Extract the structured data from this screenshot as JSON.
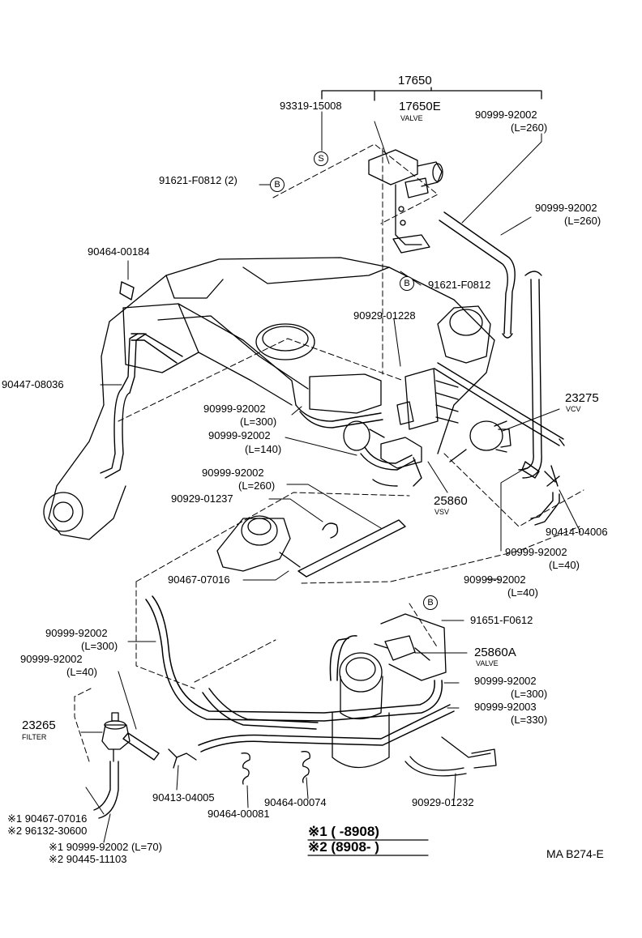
{
  "diagram": {
    "assembly": {
      "part": "17650",
      "valve_part": "17650E",
      "valve_desc": "VALVE"
    },
    "labels": {
      "p93319": "93319-15008",
      "p90999a": "90999-92002",
      "p90999a_len": "(L=260)",
      "p91621a": "91621-F0812 (2)",
      "p90999b": "90999-92002",
      "p90999b_len": "(L=260)",
      "p90464a": "90464-00184",
      "p91621b": "91621-F0812",
      "p90929a": "90929-01228",
      "p90447": "90447-08036",
      "p23275": "23275",
      "p23275_desc": "VCV",
      "p90999c": "90999-92002",
      "p90999c_len": "(L=300)",
      "p90999d": "90999-92002",
      "p90999d_len": "(L=140)",
      "p90999e": "90999-92002",
      "p90999e_len": "(L=260)",
      "p90929b": "90929-01237",
      "p25860": "25860",
      "p25860_desc": "VSV",
      "p90414": "90414-04006",
      "p90999f": "90999-92002",
      "p90999f_len": "(L=40)",
      "p90467a": "90467-07016",
      "p90999g": "90999-92002",
      "p90999g_len": "(L=40)",
      "p91651": "91651-F0612",
      "p90999h": "90999-92002",
      "p90999h_len": "(L=300)",
      "p25860a": "25860A",
      "p25860a_desc": "VALVE",
      "p90999i": "90999-92002",
      "p90999i_len": "(L=40)",
      "p90999j": "90999-92002",
      "p90999j_len": "(L=300)",
      "p90999k": "90999-92003",
      "p90999k_len": "(L=330)",
      "p23265": "23265",
      "p23265_desc": "FILTER",
      "p90413": "90413-04005",
      "p90464b": "90464-00081",
      "p90464c": "90464-00074",
      "p90929c": "90929-01232",
      "n1": "※1 90467-07016",
      "n2": "※2 96132-30600",
      "n3": "※1 90999-92002 (L=70)",
      "n4": "※2 90445-11103"
    },
    "markers": {
      "s": "S",
      "b1": "B",
      "b2": "B",
      "b3": "B"
    },
    "legend": {
      "row1": "※1 (      -8908)",
      "row2": "※2 (8908-        )"
    },
    "code": "MA B274-E"
  }
}
